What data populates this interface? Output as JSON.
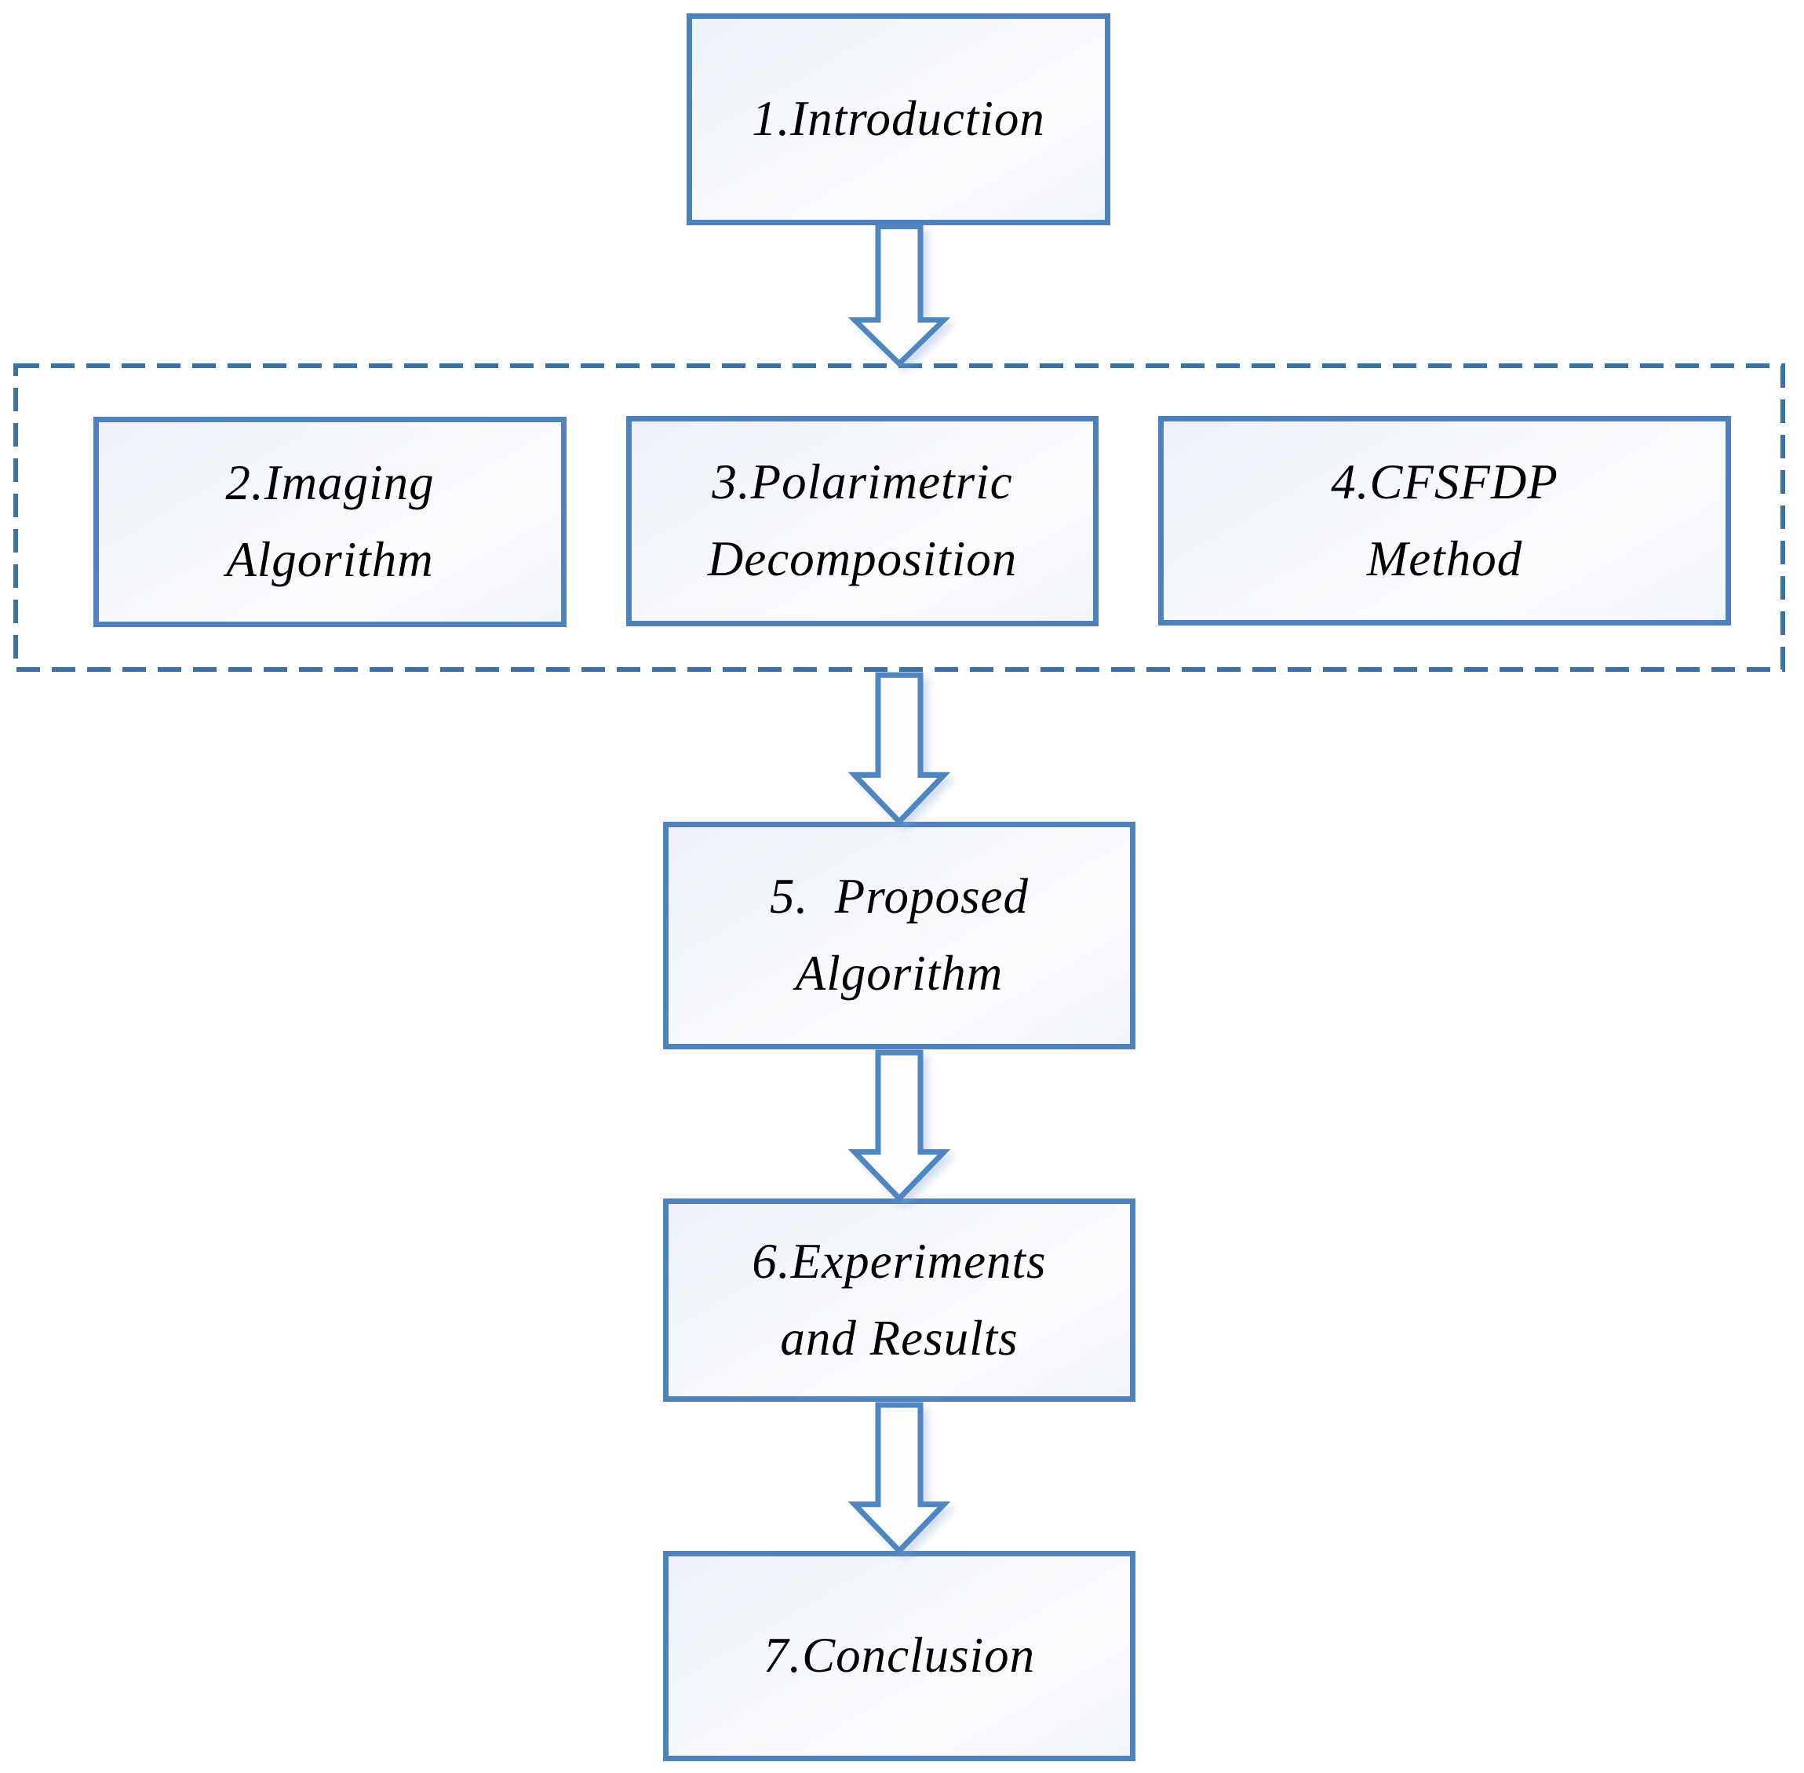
{
  "diagram": {
    "type": "flowchart",
    "description": "Paper structure flowchart",
    "colors": {
      "box_border": "#4f81bd",
      "dashed_border": "#3d72a4",
      "arrow_border": "#4f86bf",
      "text_color": "#000000"
    },
    "nodes": [
      {
        "id": "introduction",
        "label": "1.Introduction"
      },
      {
        "id": "imaging",
        "label": "2.Imaging\nAlgorithm"
      },
      {
        "id": "polarimetric",
        "label": "3.Polarimetric\nDecomposition"
      },
      {
        "id": "cfsfdp",
        "label": "4.CFSFDP\nMethod"
      },
      {
        "id": "proposed",
        "label": "5.  Proposed\nAlgorithm"
      },
      {
        "id": "experiments",
        "label": "6.Experiments\nand Results"
      },
      {
        "id": "conclusion",
        "label": "7.Conclusion"
      }
    ],
    "group": {
      "style": "dashed-rectangle",
      "members": [
        "imaging",
        "polarimetric",
        "cfsfdp"
      ]
    },
    "edges": [
      {
        "from": "introduction",
        "to": "group",
        "style": "block-arrow-down"
      },
      {
        "from": "group",
        "to": "proposed",
        "style": "block-arrow-down"
      },
      {
        "from": "proposed",
        "to": "experiments",
        "style": "block-arrow-down"
      },
      {
        "from": "experiments",
        "to": "conclusion",
        "style": "block-arrow-down"
      }
    ]
  }
}
